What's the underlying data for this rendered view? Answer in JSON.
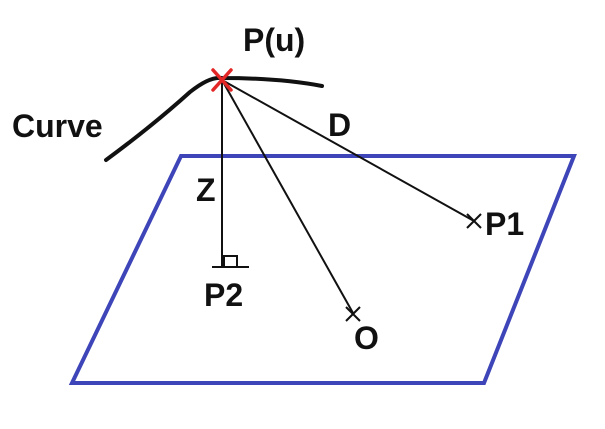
{
  "labels": {
    "point": "P(u)",
    "curve": "Curve",
    "distance": "D",
    "height": "Z",
    "point1": "P1",
    "point2": "P2",
    "origin": "O"
  },
  "colors": {
    "plane": "#3d45b8",
    "marker": "#e32626",
    "ink": "#111111"
  }
}
